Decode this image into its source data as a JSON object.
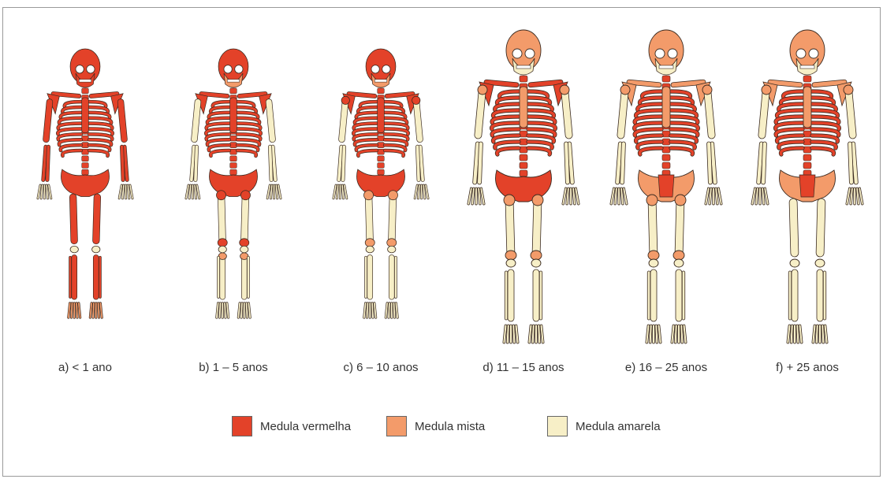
{
  "colors": {
    "red": "#e34229",
    "mixed": "#f39b6a",
    "yellow": "#f7efc7",
    "outline": "#3a2a20"
  },
  "panels": [
    {
      "caption": "a) < 1 ano"
    },
    {
      "caption": "b) 1 – 5 anos"
    },
    {
      "caption": "c) 6 – 10 anos"
    },
    {
      "caption": "d) 11 – 15 anos"
    },
    {
      "caption": "e) 16 – 25 anos"
    },
    {
      "caption": "f) + 25 anos"
    }
  ],
  "legend": [
    {
      "label": "Medula vermelha",
      "color": "#e34229"
    },
    {
      "label": "Medula mista",
      "color": "#f39b6a"
    },
    {
      "label": "Medula amarela",
      "color": "#f7efc7"
    }
  ]
}
